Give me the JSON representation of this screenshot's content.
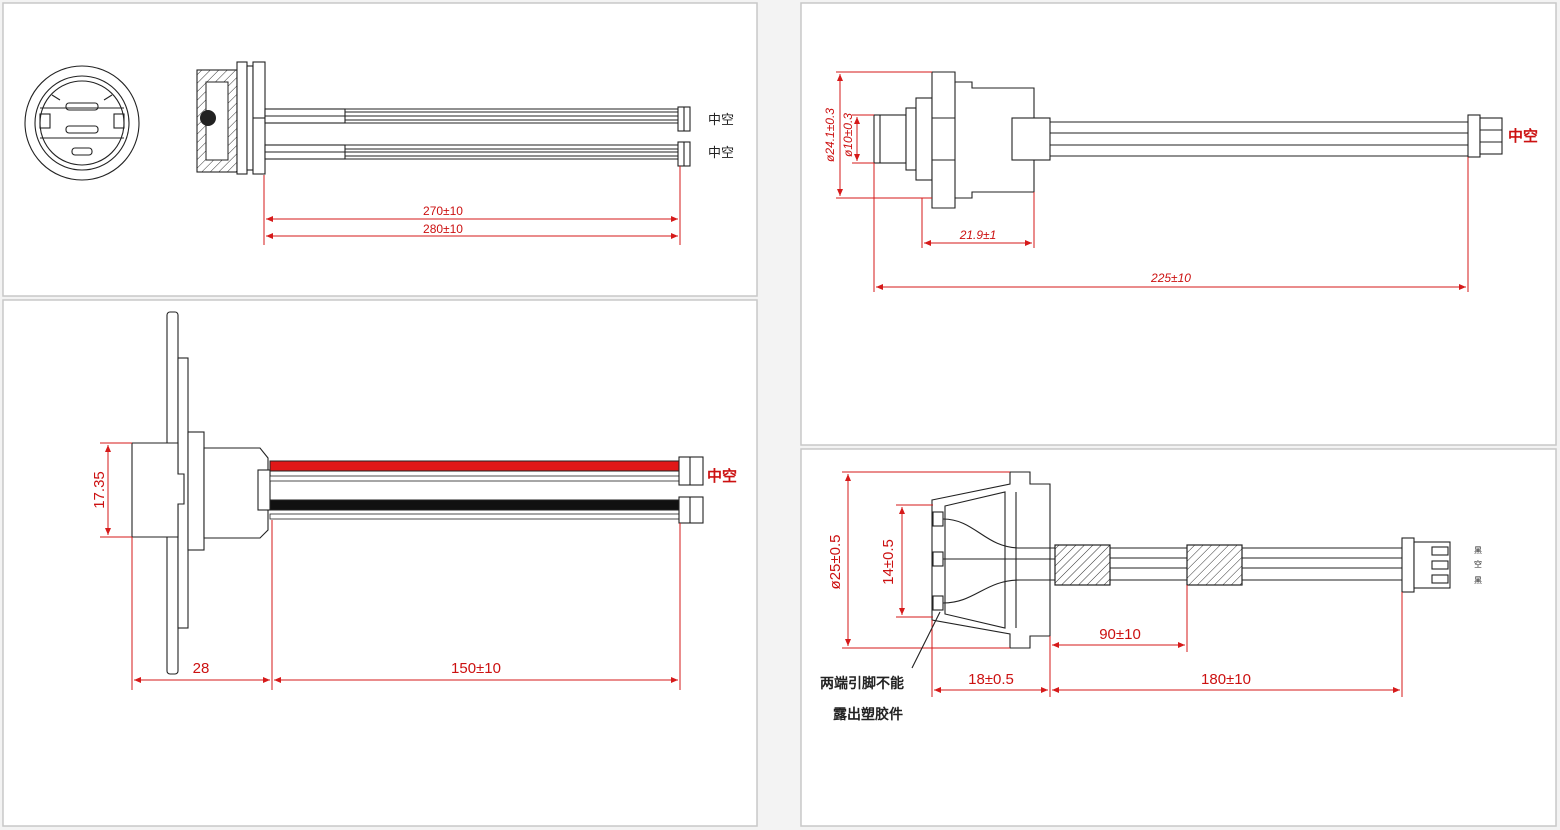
{
  "panels": {
    "top_left": {
      "labels": {
        "hollow_1": "中空",
        "hollow_2": "中空"
      },
      "dims": {
        "d1": "270±10",
        "d2": "280±10"
      }
    },
    "bottom_left": {
      "labels": {
        "hollow": "中空"
      },
      "dims": {
        "height": "17.35",
        "depth": "28",
        "length": "150±10"
      }
    },
    "top_right": {
      "labels": {
        "hollow": "中空"
      },
      "dims": {
        "outer_dia": "ø24.1±0.3",
        "inner_dia": "ø10±0.3",
        "body": "21.9±1",
        "length": "225±10"
      }
    },
    "bottom_right": {
      "labels": {
        "pin_top": "黑",
        "pin_mid": "空",
        "pin_bot": "黑",
        "note_line1": "两端引脚不能",
        "note_line2": "露出塑胶件"
      },
      "dims": {
        "outer_dia": "ø25±0.5",
        "inner": "14±0.5",
        "sleeve": "90±10",
        "body": "18±0.5",
        "length": "180±10"
      }
    }
  },
  "colors": {
    "dimension": "#d61a1a",
    "outline": "#222222",
    "red_wire": "#e01818",
    "black_wire": "#111111"
  }
}
